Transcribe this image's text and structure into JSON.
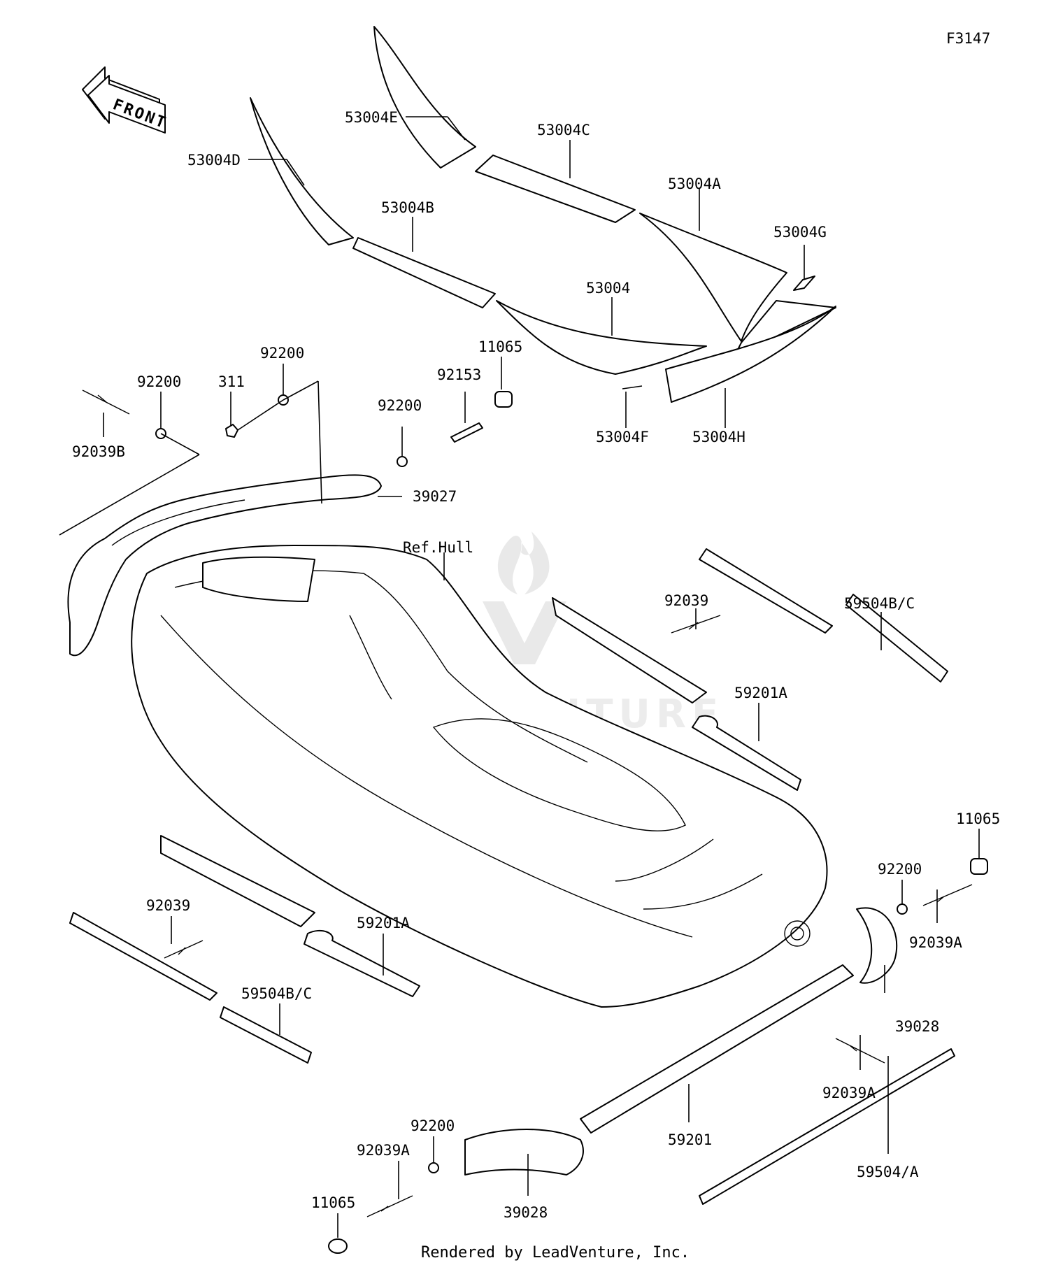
{
  "figure_id": "F3147",
  "front_arrow_text": "FRONT",
  "ref_label": "Ref.Hull",
  "footer": "Rendered by LeadVenture, Inc.",
  "watermark_text": "LEADVENTURE",
  "callouts": {
    "p53004E": "53004E",
    "p53004C": "53004C",
    "p53004D": "53004D",
    "p53004A": "53004A",
    "p53004B": "53004B",
    "p53004G": "53004G",
    "p53004": "53004",
    "p53004F": "53004F",
    "p53004H": "53004H",
    "p11065_top": "11065",
    "p92153": "92153",
    "p92200_a": "92200",
    "p92200_b": "92200",
    "p92200_c": "92200",
    "p311": "311",
    "p92039B": "92039B",
    "p39027": "39027",
    "p92039_right": "92039",
    "p59504BC_right": "59504B/C",
    "p59201A_right": "59201A",
    "p11065_right": "11065",
    "p92200_right": "92200",
    "p92039A_right": "92039A",
    "p39028_right": "39028",
    "p92039A_mid": "92039A",
    "p59201": "59201",
    "p59504A": "59504/A",
    "p92039_left": "92039",
    "p59201A_left": "59201A",
    "p59504BC_left": "59504B/C",
    "p92200_bottom": "92200",
    "p92039A_bottom": "92039A",
    "p11065_bottom": "11065",
    "p39028_bottom": "39028"
  }
}
